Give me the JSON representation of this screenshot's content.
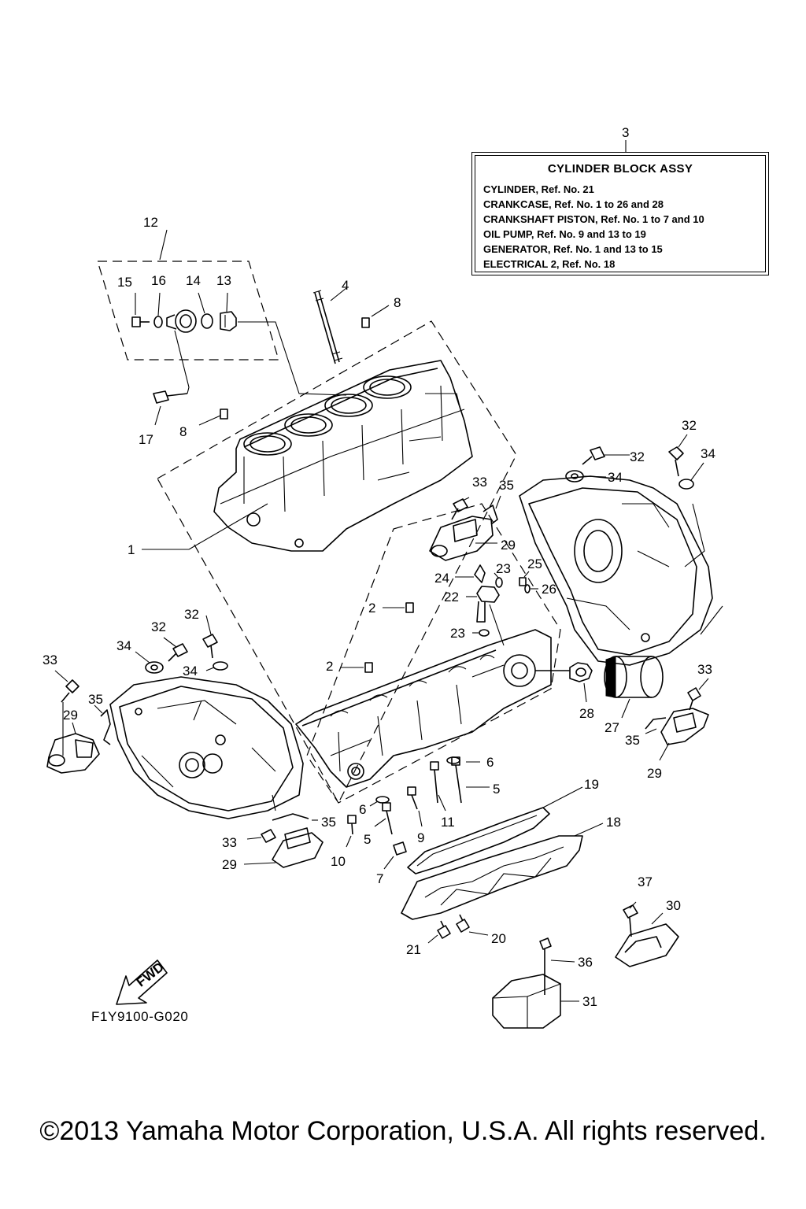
{
  "legend": {
    "ref_number": "3",
    "title": "CYLINDER BLOCK ASSY",
    "lines": [
      "CYLINDER, Ref. No. 21",
      "CRANKCASE, Ref. No. 1 to 26 and 28",
      "CRANKSHAFT PISTON, Ref. No. 1 to 7 and 10",
      "OIL PUMP,  Ref. No. 9 and 13 to 19",
      "GENERATOR, Ref. No. 1 and 13 to 15",
      "ELECTRICAL 2, Ref. No. 18"
    ]
  },
  "callouts": {
    "c12": "12",
    "c15": "15",
    "c16": "16",
    "c14": "14",
    "c13": "13",
    "c4": "4",
    "c8a": "8",
    "c8b": "8",
    "c17": "17",
    "c1": "1",
    "c2a": "2",
    "c2b": "2",
    "c32a": "32",
    "c34a": "34",
    "c32b": "32",
    "c34b": "34",
    "c32c": "32",
    "c34c": "34",
    "c32d": "32",
    "c34d": "34",
    "c33a": "33",
    "c35a": "35",
    "c29a": "29",
    "c33b": "33",
    "c35b": "35",
    "c29b": "29",
    "c33c": "33",
    "c35c": "35",
    "c29c": "29",
    "c33d": "33",
    "c35d": "35",
    "c29d": "29",
    "c24": "24",
    "c23a": "23",
    "c25": "25",
    "c22": "22",
    "c26": "26",
    "c23b": "23",
    "c28": "28",
    "c27": "27",
    "c6a": "6",
    "c6b": "6",
    "c5a": "5",
    "c5b": "5",
    "c11": "11",
    "c9": "9",
    "c10": "10",
    "c7": "7",
    "c19": "19",
    "c18": "18",
    "c21": "21",
    "c20": "20",
    "c37": "37",
    "c30": "30",
    "c36": "36",
    "c31": "31"
  },
  "fwd_label": "FWD",
  "drawing_code": "F1Y9100-G020",
  "copyright": "©2013 Yamaha Motor Corporation, U.S.A. All rights reserved."
}
